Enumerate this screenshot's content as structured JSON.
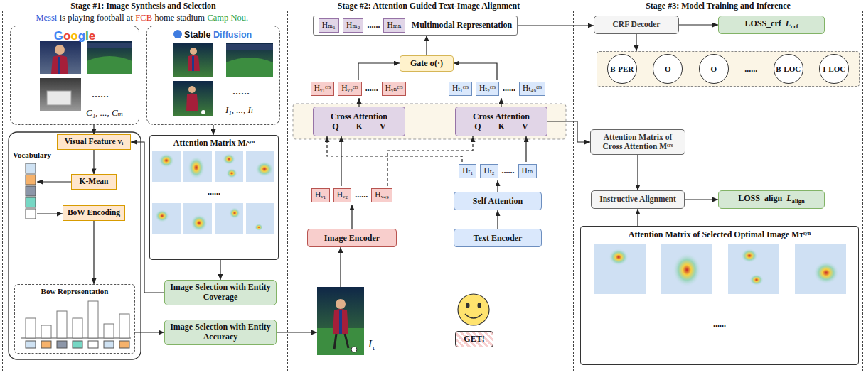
{
  "diagram": {
    "nodes": [
      {
        "text": [
          "Stage #1: Image Synthesis and Selection"
        ]
      },
      {
        "text": [
          "Google",
          "......",
          "C₁, ..., Cₘ"
        ],
        "in": 0
      },
      {
        "text": [
          "Stable Diffusion",
          "......",
          "I₁, ..., Iₗ"
        ],
        "in": 0
      },
      {
        "text": [
          "Visual Feature vᵢ"
        ],
        "in": 0
      },
      {
        "text": [
          "K-Mean"
        ],
        "in": 0
      },
      {
        "text": [
          "BoW Encoding"
        ],
        "in": 0
      },
      {
        "text": [
          "Bow Representation"
        ],
        "in": 0
      },
      {
        "text": [
          "Attention Matrix Mᵢˢʸⁿ",
          "......"
        ],
        "in": 0
      },
      {
        "text": [
          "Image Selection with Entity Coverage"
        ],
        "in": 0
      },
      {
        "text": [
          "Image Selection with Entity Accuracy"
        ],
        "in": 0
      },
      {
        "text": [
          "Stage #2: Attention Guided Text-Image Alignment"
        ]
      },
      {
        "text": [
          "Hₘ₁",
          "Hₘ₂",
          "......",
          "Hₘₙ",
          "Multimodal Representation"
        ],
        "in": 10
      },
      {
        "text": [
          "Gate σ(·)"
        ],
        "in": 10
      },
      {
        "text": [
          "Hᵥ₁ᶜʳˢ",
          "Hᵥ₂ᶜʳˢ",
          "......",
          "Hᵥₙᶜʳˢ"
        ],
        "in": 10
      },
      {
        "text": [
          "Hₜ₁ᶜʳˢ",
          "Hₜ₂ᶜʳˢ",
          "......",
          "Hₜ₄₉ᶜʳˢ"
        ],
        "in": 10
      },
      {
        "text": [
          "Cross Attention",
          "Q",
          "K",
          "V"
        ],
        "in": 10
      },
      {
        "text": [
          "Cross Attention",
          "Q",
          "K",
          "V"
        ],
        "in": 10
      },
      {
        "text": [
          "Hᵥ₁",
          "Hᵥ₂",
          "......",
          "Hᵥ₄₉"
        ],
        "in": 10
      },
      {
        "text": [
          "Hₜ₁",
          "Hₜ₂",
          "......",
          "Hₜₙ"
        ],
        "in": 10
      },
      {
        "text": [
          "Self Attention"
        ],
        "in": 10
      },
      {
        "text": [
          "Image Encoder"
        ],
        "in": 10
      },
      {
        "text": [
          "Text Encoder"
        ],
        "in": 10
      },
      {
        "text": [
          "Iτ"
        ],
        "in": 10
      },
      {
        "text": [
          "GET!"
        ],
        "in": 10
      },
      {
        "text": [
          "Stage #3: Model Training and Inference"
        ]
      },
      {
        "text": [
          "CRF Decoder"
        ],
        "in": 24
      },
      {
        "text": [
          "LOSS_crf",
          "Lcrf"
        ],
        "in": 24
      },
      {
        "text": [
          "B-PER",
          "O",
          "O",
          "......",
          "B-LOC",
          "I-LOC"
        ],
        "in": 24
      },
      {
        "text": [
          "Attention Matrix of Cross Attention Mᶜʳˢ"
        ],
        "in": 24
      },
      {
        "text": [
          "Instructive Alignment"
        ],
        "in": 24
      },
      {
        "text": [
          "LOSS_align",
          "Lalign"
        ],
        "in": 24
      },
      {
        "text": [
          "Attention Matrix of Selected Optimal Image Mτˢʸⁿ",
          "......"
        ],
        "in": 24
      }
    ],
    "edges": [
      {
        "from": 1,
        "to": 3,
        "arrow": "to"
      },
      {
        "from": 2,
        "to": 7,
        "arrow": "to"
      },
      {
        "from": 3,
        "to": 4,
        "arrow": "to"
      },
      {
        "from": 5,
        "to": 6,
        "arrow": "to"
      },
      {
        "from": 7,
        "to": 8,
        "arrow": "to"
      },
      {
        "from": 8,
        "to": 3,
        "arrow": "to"
      },
      {
        "from": 6,
        "to": 9,
        "arrow": "to"
      },
      {
        "from": 9,
        "to": 22,
        "arrow": "to"
      },
      {
        "from": 22,
        "to": 20,
        "arrow": "to"
      },
      {
        "from": 20,
        "to": 17,
        "arrow": "to"
      },
      {
        "from": 21,
        "to": 19,
        "arrow": "to"
      },
      {
        "from": 19,
        "to": 18,
        "arrow": "to"
      },
      {
        "from": 17,
        "to": 15,
        "arrow": "to"
      },
      {
        "from": 17,
        "to": 16,
        "arrow": "to"
      },
      {
        "from": 18,
        "to": 15,
        "arrow": "to"
      },
      {
        "from": 18,
        "to": 16,
        "arrow": "to"
      },
      {
        "from": 15,
        "to": 13,
        "arrow": "to"
      },
      {
        "from": 16,
        "to": 14,
        "arrow": "to"
      },
      {
        "from": 13,
        "to": 12,
        "arrow": "to"
      },
      {
        "from": 14,
        "to": 12,
        "arrow": "to"
      },
      {
        "from": 12,
        "to": 11,
        "arrow": "to"
      },
      {
        "from": 11,
        "to": 25,
        "arrow": "to"
      },
      {
        "from": 25,
        "to": 26,
        "arrow": "to"
      },
      {
        "from": 25,
        "to": 27,
        "arrow": "to"
      },
      {
        "from": 16,
        "to": 28,
        "arrow": "to"
      },
      {
        "from": 28,
        "to": 29,
        "arrow": "to"
      },
      {
        "from": 31,
        "to": 29,
        "arrow": "to"
      },
      {
        "from": 29,
        "to": 30,
        "arrow": "to"
      }
    ],
    "labels": [
      "Messi",
      "is playing football at",
      "FCB",
      "home stadium",
      "Camp Nou.",
      "Vocabulary"
    ]
  }
}
